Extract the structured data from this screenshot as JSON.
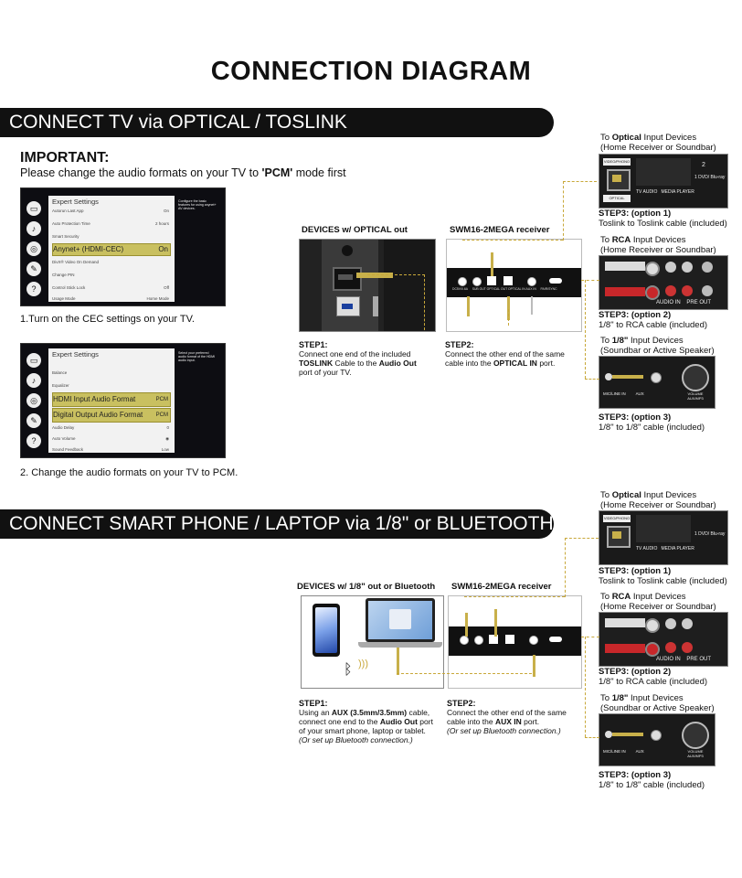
{
  "title": "CONNECTION DIAGRAM",
  "section1": {
    "heading": "CONNECT TV via OPTICAL / TOSLINK",
    "important_heading": "IMPORTANT:",
    "important_pre": "Please change the audio formats on your TV to ",
    "important_bold": "'PCM'",
    "important_post": " mode first",
    "menu1": {
      "title": "Expert Settings",
      "rows": [
        "Autorun Last App",
        "Auto Protection Time",
        "Smart Security"
      ],
      "row_values": [
        "On",
        "2 hours",
        ""
      ],
      "highlight_label": "Anynet+ (HDMI-CEC)",
      "highlight_value": "On",
      "rows_after": [
        "DivX® Video On Demand",
        "Change PIN",
        "Control Stick Lock",
        "Usage Mode"
      ],
      "rows_after_values": [
        "",
        "",
        "Off",
        "Home Mode"
      ],
      "side_text": "Configure the basic features for using anynet+ AV devices."
    },
    "note1": "1.Turn on the CEC settings on your TV.",
    "menu2": {
      "title": "Expert Settings",
      "rows": [
        "Balance",
        "Equalizer"
      ],
      "highlight1_label": "HDMI Input Audio Format",
      "highlight1_value": "PCM",
      "highlight2_label": "Digital Output Audio Format",
      "highlight2_value": "PCM",
      "rows_after": [
        "Audio Delay",
        "Auto Volume",
        "Sound Feedback"
      ],
      "rows_after_values": [
        "0",
        "",
        "Low"
      ],
      "side_text": "Select your preferred audio format of the HDMI audio input."
    },
    "note2": "2. Change the audio formats on your TV to PCM.",
    "devices_label": "DEVICES w/ OPTICAL out",
    "receiver_label": "SWM16-2MEGA receiver",
    "step1_head": "STEP1:",
    "step1_line1": "Connect one end of the included",
    "step1_line2_bold": "TOSLINK",
    "step1_line2": " Cable to the ",
    "step1_line2_bold2": "Audio Out",
    "step1_line3": "port of your TV.",
    "step2_head": "STEP2:",
    "step2_line1": "Connect the other end of the same",
    "step2_line2_pre": "cable into the ",
    "step2_line2_bold": "OPTICAL IN",
    "step2_line2_post": " port.",
    "receiver_ports": [
      "DC5V/0.6A",
      "SUB OUT",
      "OPTICAL OUT",
      "OPTICAL IN",
      "AUX IN",
      "PAIR/SYNC"
    ]
  },
  "right_panel": {
    "opt1_head_pre": "To ",
    "opt1_head_bold": "Optical",
    "opt1_head_post": " Input Devices",
    "opt1_head_sub": "(Home Receiver or Soundbar)",
    "opt1_step": "STEP3: (option 1)",
    "opt1_desc": "Toslink to Toslink cable (included)",
    "opt1_img_labels": [
      "VIDEO/PHONO",
      "TV AUDIO",
      "MEDIA PLAYER",
      "DVD/ Blu-ray",
      "OPTICAL",
      "1",
      "2"
    ],
    "opt2_head_pre": "To ",
    "opt2_head_bold": "RCA",
    "opt2_head_post": " Input Devices",
    "opt2_head_sub": "(Home Receiver or Soundbar)",
    "opt2_step": "STEP3: (option 2)",
    "opt2_desc": "1/8\" to RCA cable (included)",
    "opt2_img_labels": [
      "AUDIO IN",
      "PRE OUT"
    ],
    "opt3_head_pre": "To ",
    "opt3_head_bold": "1/8\"",
    "opt3_head_post": " Input Devices",
    "opt3_head_sub": "(Soundbar or Active Speaker)",
    "opt3_step": "STEP3: (option 3)",
    "opt3_desc": "1/8\" to 1/8\" cable (included)",
    "opt3_img_labels": [
      "MIC/LINE IN",
      "AUX",
      "VOLUME AUX/MP3"
    ]
  },
  "section2": {
    "heading": "CONNECT SMART PHONE / LAPTOP via 1/8\" or BLUETOOTH",
    "devices_label": "DEVICES w/ 1/8\" out or Bluetooth",
    "receiver_label": "SWM16-2MEGA receiver",
    "step1_head": "STEP1:",
    "step1_line1_pre": "Using an ",
    "step1_line1_bold": "AUX (3.5mm/3.5mm)",
    "step1_line1_post": " cable,",
    "step1_line2_pre": "connect one end to the ",
    "step1_line2_bold": "Audio Out",
    "step1_line2_post": " port",
    "step1_line3": "of your smart phone, laptop or tablet.",
    "step1_line4": "(Or set up Bluetooth connection.)",
    "step2_head": "STEP2:",
    "step2_line1": "Connect the other end of the same",
    "step2_line2_pre": "cable into the ",
    "step2_line2_bold": "AUX IN",
    "step2_line2_post": " port.",
    "step2_line3": "(Or set up Bluetooth connection.)"
  },
  "colors": {
    "cable": "#c8b04a",
    "highlight": "#c9c060",
    "dark": "#111111"
  }
}
